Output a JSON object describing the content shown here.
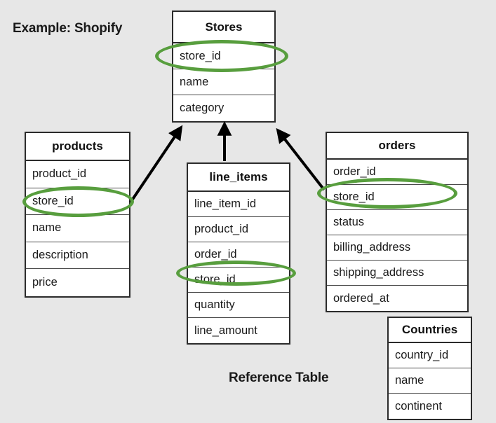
{
  "slide": {
    "title": "Example: Shopify",
    "reference_label": "Reference Table",
    "background_color": "#e7e7e7",
    "highlight_color": "#589e3e",
    "arrow_color": "#000000",
    "table_border_color": "#2b2b2b"
  },
  "tables": {
    "stores": {
      "name": "Stores",
      "fields": [
        "store_id",
        "name",
        "category"
      ],
      "highlighted_field": "store_id"
    },
    "products": {
      "name": "products",
      "fields": [
        "product_id",
        "store_id",
        "name",
        "description",
        "price"
      ],
      "highlighted_field": "store_id"
    },
    "line_items": {
      "name": "line_items",
      "fields": [
        "line_item_id",
        "product_id",
        "order_id",
        "store_id",
        "quantity",
        "line_amount"
      ],
      "highlighted_field": "store_id"
    },
    "orders": {
      "name": "orders",
      "fields": [
        "order_id",
        "store_id",
        "status",
        "billing_address",
        "shipping_address",
        "ordered_at"
      ],
      "highlighted_field": "store_id"
    },
    "countries": {
      "name": "Countries",
      "fields": [
        "country_id",
        "name",
        "continent"
      ],
      "highlighted_field": null
    }
  },
  "relationships": [
    {
      "from": "products",
      "from_field": "store_id",
      "to": "stores",
      "to_field": "store_id"
    },
    {
      "from": "line_items",
      "from_field": "store_id",
      "to": "stores",
      "to_field": "store_id"
    },
    {
      "from": "orders",
      "from_field": "store_id",
      "to": "stores",
      "to_field": "store_id"
    }
  ]
}
